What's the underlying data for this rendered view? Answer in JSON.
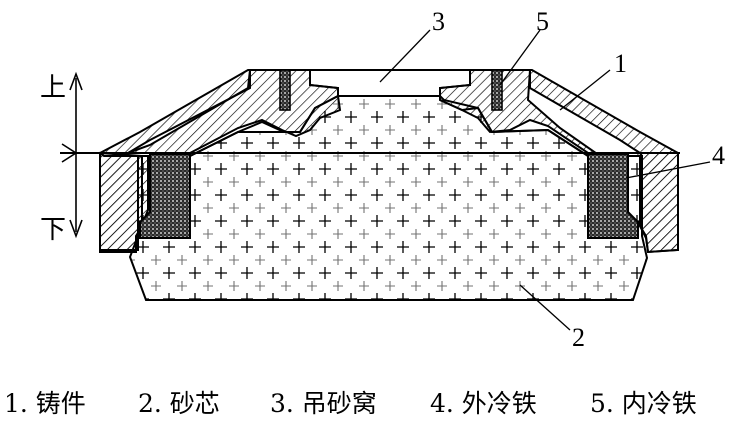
{
  "diagram": {
    "direction_labels": {
      "up": "上",
      "down": "下"
    },
    "callouts": [
      "1",
      "2",
      "3",
      "4",
      "5"
    ],
    "caption": [
      "1. 铸件",
      "2. 砂芯",
      "3. 吊砂窝",
      "4. 外冷铁",
      "5. 内冷铁"
    ]
  }
}
